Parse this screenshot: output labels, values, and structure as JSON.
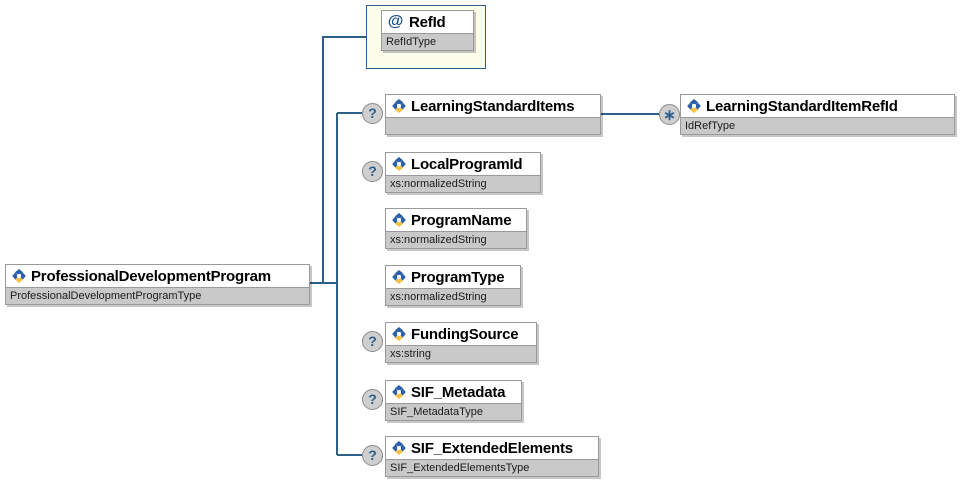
{
  "diagram": {
    "type": "xsd-schema-tree",
    "title": "ProfessionalDevelopmentProgram",
    "colors": {
      "line": "#2d5f8b",
      "node_border": "#9a9a9a",
      "typebar_bg": "#c9c9c9",
      "attr_frame_bg": "#fdfdeb",
      "attr_frame_border": "#2d5f8b",
      "badge_bg": "#cfcfcf",
      "badge_text": "#2d5f8b",
      "icon_blue": "#2b5fa8",
      "icon_yellow": "#f5c344",
      "canvas_bg": "#ffffff"
    }
  },
  "root": {
    "name": "ProfessionalDevelopmentProgram",
    "type": "ProfessionalDevelopmentProgramType",
    "icon": "element-icon",
    "badge": ""
  },
  "attribute_group": [
    {
      "name": "RefId",
      "type": "RefIdType",
      "icon": "attribute-icon",
      "badge": "",
      "framed": true
    }
  ],
  "children": [
    {
      "name": "LearningStandardItems",
      "type": "",
      "icon": "element-icon",
      "badge": "?",
      "badge_name": "optional-badge"
    },
    {
      "name": "LocalProgramId",
      "type": "xs:normalizedString",
      "icon": "element-icon",
      "badge": "?",
      "badge_name": "optional-badge"
    },
    {
      "name": "ProgramName",
      "type": "xs:normalizedString",
      "icon": "element-icon",
      "badge": "",
      "badge_name": ""
    },
    {
      "name": "ProgramType",
      "type": "xs:normalizedString",
      "icon": "element-icon",
      "badge": "",
      "badge_name": ""
    },
    {
      "name": "FundingSource",
      "type": "xs:string",
      "icon": "element-icon",
      "badge": "?",
      "badge_name": "optional-badge"
    },
    {
      "name": "SIF_Metadata",
      "type": "SIF_MetadataType",
      "icon": "element-icon",
      "badge": "?",
      "badge_name": "optional-badge"
    },
    {
      "name": "SIF_ExtendedElements",
      "type": "SIF_ExtendedElementsType",
      "icon": "element-icon",
      "badge": "?",
      "badge_name": "optional-badge"
    }
  ],
  "grandchildren": [
    {
      "parent": "LearningStandardItems",
      "name": "LearningStandardItemRefId",
      "type": "IdRefType",
      "icon": "element-icon",
      "badge": "∗",
      "badge_name": "repeating-badge"
    }
  ]
}
